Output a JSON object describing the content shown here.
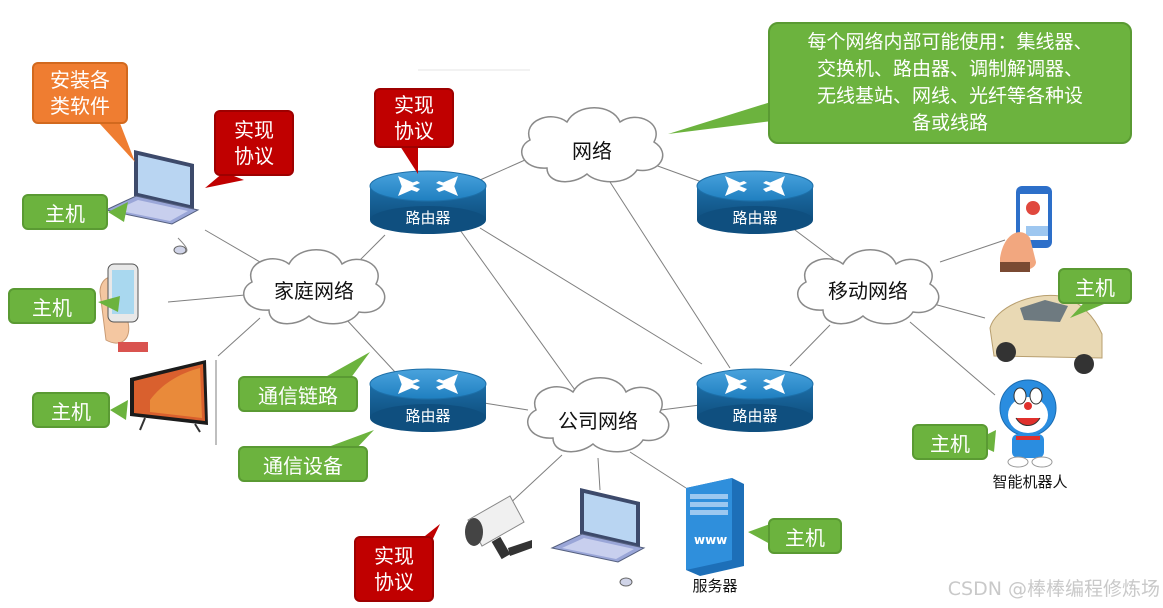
{
  "clouds": {
    "network": "网络",
    "home": "家庭网络",
    "mobile": "移动网络",
    "company": "公司网络"
  },
  "router_label": "路由器",
  "host_label": "主机",
  "protocol_label": "实现\n协议",
  "software_label": "安装各\n类软件",
  "link_label": "通信链路",
  "device_label": "通信设备",
  "description": "每个网络内部可能使用：集线器、\n交换机、路由器、调制解调器、\n无线基站、网线、光纤等各种设\n备或线路",
  "server_label": "服务器",
  "robot_label": "智能机器人",
  "www_label": "www",
  "watermark": "CSDN @棒棒编程修炼场",
  "colors": {
    "callout_green": "#6cb33e",
    "callout_red": "#c00000",
    "callout_orange": "#ef7d31",
    "router_blue": "#1f7fc0"
  }
}
